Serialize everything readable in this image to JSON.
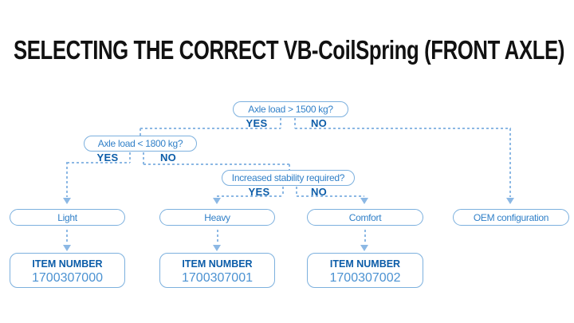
{
  "title": "SELECTING THE CORRECT VB-CoilSpring (FRONT AXLE)",
  "colors": {
    "line": "#8cb8e4",
    "border": "#7cb0de",
    "boxtext": "#3180c8",
    "bold": "#0b5ca8",
    "number": "#4b92d2",
    "title": "#111111"
  },
  "flowchart": {
    "decisions": [
      {
        "question": "Axle load > 1500 kg?",
        "yes": "YES",
        "no": "NO"
      },
      {
        "question": "Axle load < 1800 kg?",
        "yes": "YES",
        "no": "NO"
      },
      {
        "question": "Increased stability required?",
        "yes": "YES",
        "no": "NO"
      }
    ],
    "outcomes": [
      {
        "label": "Light",
        "item_label": "ITEM NUMBER",
        "item_number": "1700307000"
      },
      {
        "label": "Heavy",
        "item_label": "ITEM NUMBER",
        "item_number": "1700307001"
      },
      {
        "label": "Comfort",
        "item_label": "ITEM NUMBER",
        "item_number": "1700307002"
      },
      {
        "label": "OEM configuration"
      }
    ]
  }
}
